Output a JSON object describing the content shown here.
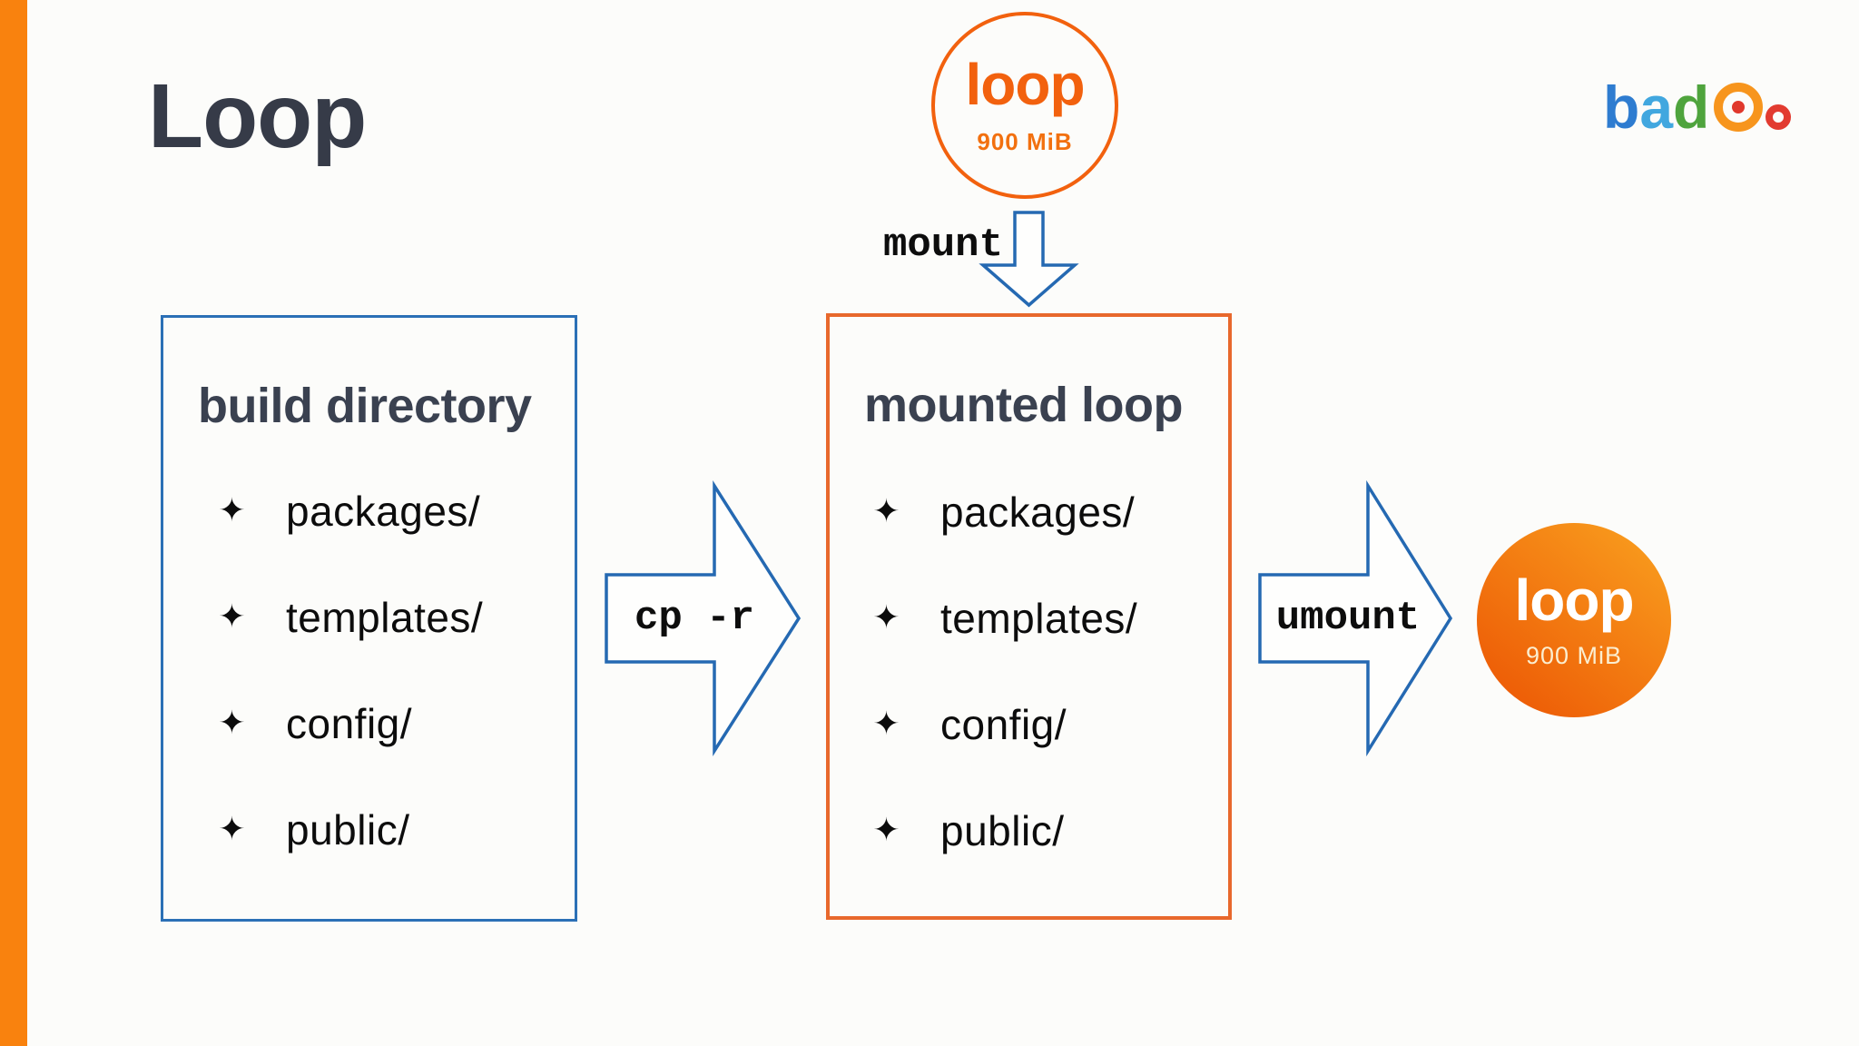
{
  "slide": {
    "title": "Loop",
    "background": "#fcfcfa",
    "accent_bar_color": "#f9820e"
  },
  "logo": {
    "name": "badoo",
    "letters": [
      {
        "char": "b",
        "color": "#2e7cd0"
      },
      {
        "char": "a",
        "color": "#41a7df"
      },
      {
        "char": "d",
        "color": "#4fa43d"
      }
    ],
    "ring_color": "#f7951d",
    "dot_color": "#e0382c",
    "small_o_color": "#e23b30"
  },
  "source_disk": {
    "label": "loop",
    "size": "900 MiB",
    "outline_color": "#f2610e"
  },
  "result_disk": {
    "label": "loop",
    "size": "900 MiB",
    "fill_gradient": [
      "#ed5b06",
      "#f99e1e"
    ]
  },
  "boxes": {
    "build": {
      "title": "build directory",
      "border_color": "#2b70b6",
      "items": [
        "packages/",
        "templates/",
        "config/",
        "public/"
      ]
    },
    "mounted": {
      "title": "mounted loop",
      "border_color": "#e8682c",
      "items": [
        "packages/",
        "templates/",
        "config/",
        "public/"
      ]
    }
  },
  "commands": {
    "mount": "mount",
    "copy": "cp -r",
    "umount": "umount"
  },
  "glyphs": {
    "bullet": "✦"
  },
  "colors": {
    "arrow_stroke": "#2569b2",
    "title_text": "#363b48",
    "heading_text": "#3a4150",
    "list_text": "#0c0c0c",
    "orange_accent": "#f2610e"
  }
}
